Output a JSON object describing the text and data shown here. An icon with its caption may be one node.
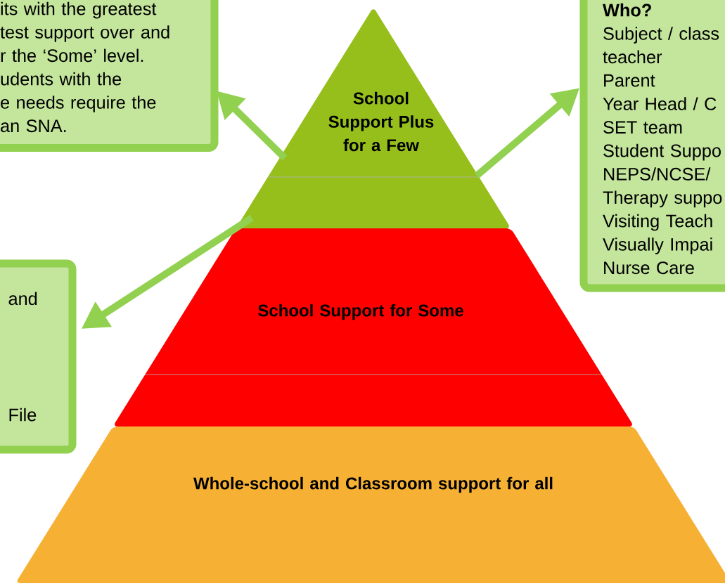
{
  "diagram": {
    "nodes": [
      {
        "text": [
          "its with the greatest",
          "test support over and",
          "r the ‘Some’ level.",
          "udents with the",
          "e needs require the",
          "an SNA."
        ]
      },
      {
        "text": [
          "Who?",
          "Subject / class",
          "teacher",
          "Parent",
          "Year Head / C",
          "SET team",
          "Student Suppo",
          "NEPS/NCSE/",
          "Therapy suppo",
          "Visiting Teach",
          "Visually Impai",
          "Nurse Care"
        ]
      },
      {
        "text": [
          "and",
          "File"
        ]
      },
      {
        "text": [
          "School Support Plus for a Few"
        ]
      },
      {
        "text": [
          "School Support for Some"
        ]
      },
      {
        "text": [
          "Whole-school and Classroom support for all"
        ]
      }
    ],
    "edges": [
      {
        "from": 3,
        "to": 0,
        "arrow": "to"
      },
      {
        "from": 3,
        "to": 1,
        "arrow": "to"
      },
      {
        "from": 3,
        "to": 2,
        "arrow": "to"
      }
    ]
  }
}
